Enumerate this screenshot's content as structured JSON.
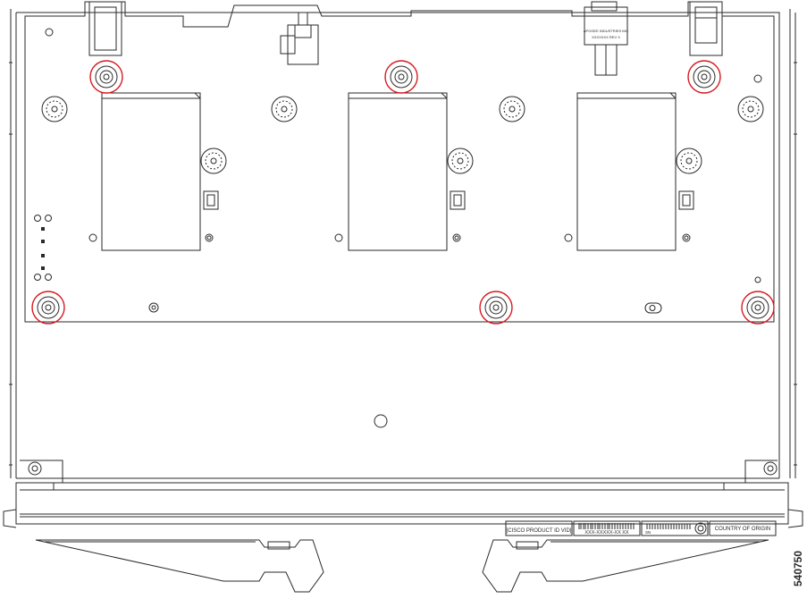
{
  "figure_number": "540750",
  "label_area": {
    "product_id": "[CISCO PRODUCT ID VID]",
    "part_number": "XXX-XXXXX-XX XX",
    "serial_prefix": "SN",
    "country": "COUNTRY OF ORIGIN"
  },
  "connector_label": {
    "line1": "APOGEE INDUSTRIES INC",
    "line2": "XXXXXXX REV X"
  },
  "colors": {
    "line": "#2a2a2a",
    "highlight": "#d7191f",
    "background": "#ffffff"
  },
  "highlight_count": 6
}
